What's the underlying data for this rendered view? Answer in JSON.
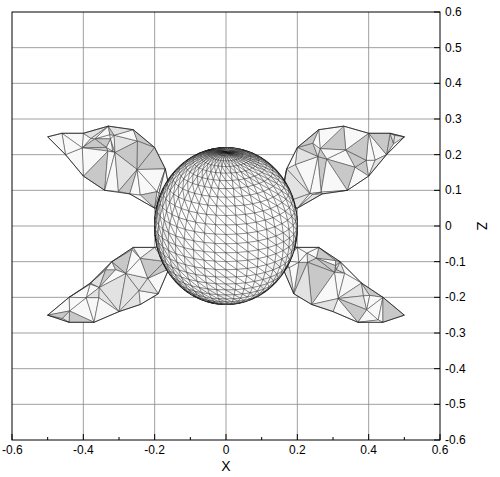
{
  "diagram": {
    "labels": [
      "-0.6",
      "-0.4",
      "-0.2",
      "0",
      "0.2",
      "0.4",
      "0.6",
      "X",
      "0.6",
      "0.5",
      "0.4",
      "0.3",
      "0.2",
      "0.1",
      "0",
      "-0.1",
      "-0.2",
      "-0.3",
      "-0.4",
      "-0.5",
      "-0.6",
      "Z"
    ]
  }
}
